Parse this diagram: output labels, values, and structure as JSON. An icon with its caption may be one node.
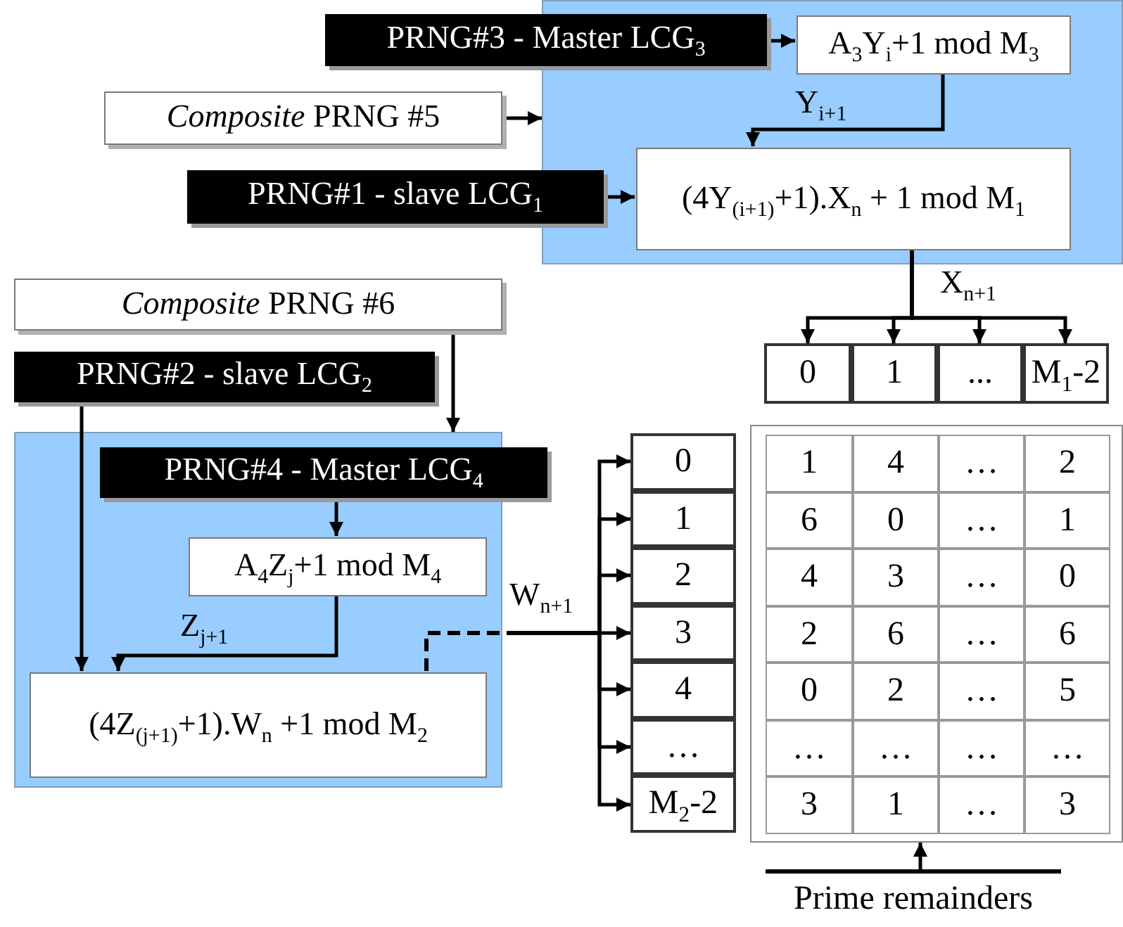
{
  "diagram": {
    "nodes": [
      {
        "text": [
          "PRNG#3 - Master LCG$_{3}$"
        ]
      },
      {
        "text": [],
        "shape": "box"
      },
      {
        "text": [
          "A$_{3}$Y$_{i}$+1 mod M$_{3}$"
        ],
        "in": 1
      },
      {
        "text": [
          "*Composite* PRNG #5"
        ]
      },
      {
        "text": [
          "PRNG#1 - slave LCG$_{1}$"
        ]
      },
      {
        "text": [
          "(4Y$_{(i+1)}$+1).X$_{n}$ + 1 mod M$_{1}$"
        ],
        "in": 1
      },
      {
        "text": [
          "0"
        ]
      },
      {
        "text": [
          "1"
        ]
      },
      {
        "text": [
          "..."
        ]
      },
      {
        "text": [
          "M$_{1}$-2"
        ]
      },
      {
        "text": [
          "*Composite* PRNG #6"
        ]
      },
      {
        "text": [
          "PRNG#2 - slave LCG$_{2}$"
        ]
      },
      {
        "text": [],
        "shape": "box"
      },
      {
        "text": [
          "PRNG#4 - Master LCG$_{4}$"
        ]
      },
      {
        "text": [
          "A$_{4}$Z$_{j}$+1 mod M$_{4}$"
        ],
        "in": 12
      },
      {
        "text": [
          "(4Z$_{(j+1)}$+1).W$_{n}$ +1 mod M$_{2}$"
        ],
        "in": 12
      },
      {
        "text": [
          "0"
        ]
      },
      {
        "text": [
          "1"
        ]
      },
      {
        "text": [
          "2"
        ]
      },
      {
        "text": [
          "3"
        ]
      },
      {
        "text": [
          "4"
        ]
      },
      {
        "text": [
          "…"
        ]
      },
      {
        "text": [
          "M$_{2}$-2"
        ]
      },
      {
        "text": [
          "1",
          "4",
          "…",
          "2",
          "6",
          "0",
          "…",
          "1",
          "4",
          "3",
          "…",
          "0",
          "2",
          "6",
          "…",
          "6",
          "0",
          "2",
          "…",
          "5",
          "…",
          "…",
          "…",
          "…",
          "3",
          "1",
          "…",
          "3"
        ]
      },
      {
        "text": [
          "Prime remainders"
        ]
      }
    ],
    "edges": [
      {
        "from": 0,
        "to": 2,
        "arrow": "to"
      },
      {
        "from": 3,
        "to": 1,
        "arrow": "to"
      },
      {
        "from": 2,
        "to": 5,
        "arrow": "to",
        "label": "Y$_{i+1}$"
      },
      {
        "from": 4,
        "to": 5,
        "arrow": "to"
      },
      {
        "from": 5,
        "to": 6,
        "arrow": "to",
        "label": "X$_{n+1}$"
      },
      {
        "from": 5,
        "to": 7,
        "arrow": "to"
      },
      {
        "from": 5,
        "to": 8,
        "arrow": "to"
      },
      {
        "from": 5,
        "to": 9,
        "arrow": "to"
      },
      {
        "from": 10,
        "to": 12,
        "arrow": "to"
      },
      {
        "from": 11,
        "to": 15,
        "arrow": "to"
      },
      {
        "from": 13,
        "to": 14,
        "arrow": "to"
      },
      {
        "from": 14,
        "to": 15,
        "arrow": "to",
        "label": "Z$_{j+1}$"
      },
      {
        "from": 15,
        "to": 16,
        "arrow": "to",
        "label": "W$_{n+1}$",
        "style": "dashed"
      },
      {
        "from": 15,
        "to": 17,
        "arrow": "to",
        "style": "dashed"
      },
      {
        "from": 15,
        "to": 18,
        "arrow": "to",
        "style": "dashed"
      },
      {
        "from": 15,
        "to": 19,
        "arrow": "to",
        "style": "dashed"
      },
      {
        "from": 15,
        "to": 20,
        "arrow": "to",
        "style": "dashed"
      },
      {
        "from": 15,
        "to": 21,
        "arrow": "to",
        "style": "dashed"
      },
      {
        "from": 15,
        "to": 22,
        "arrow": "to",
        "style": "dashed"
      },
      {
        "from": 24,
        "to": 23,
        "arrow": "to"
      }
    ]
  }
}
